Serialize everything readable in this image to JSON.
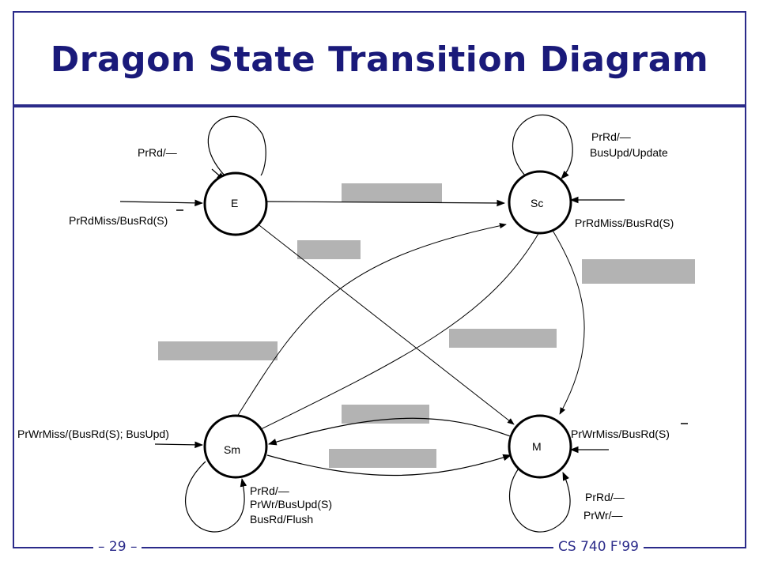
{
  "header": {
    "title": "Dragon State Transition Diagram"
  },
  "footer": {
    "page_number": "– 29 –",
    "course": "CS 740 F'99"
  },
  "states": {
    "e": "E",
    "sc": "Sc",
    "sm": "Sm",
    "m": "M"
  },
  "labels": {
    "e_self": "PrRd/—",
    "e_entry": "PrRdMiss/BusRd(S)",
    "sc_self_1": "PrRd/—",
    "sc_self_2": "BusUpd/Update",
    "sc_entry": "PrRdMiss/BusRd(S)",
    "sm_entry": "PrWrMiss/(BusRd(S); BusUpd)",
    "sm_self_1": "PrRd/—",
    "sm_self_2": "PrWr/BusUpd(S)",
    "sm_self_3": "BusRd/Flush",
    "m_entry": "PrWrMiss/BusRd(S)",
    "m_self_1": "PrRd/—",
    "m_self_2": "PrWr/—"
  },
  "colors": {
    "frame": "#2b2b8a",
    "title": "#1a1a7a",
    "redaction": "#b3b3b3"
  }
}
